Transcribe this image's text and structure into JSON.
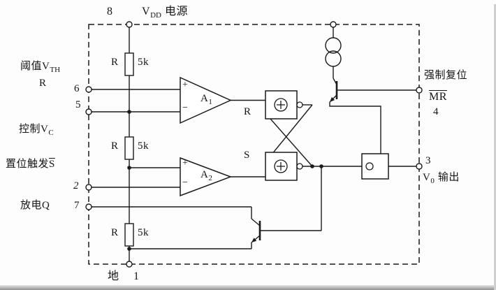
{
  "colors": {
    "ink": "#1a1a1a",
    "paper": "#fdfdfd"
  },
  "pins": {
    "p8": {
      "num": "8",
      "label_v": "V",
      "label_sub": "DD",
      "label_rest": "电源"
    },
    "p6": {
      "num": "6",
      "label_main": "阈值V",
      "label_sub": "TH",
      "label_line2": "R"
    },
    "p5": {
      "num": "5",
      "label_main": "控制V",
      "label_sub": "C"
    },
    "p2": {
      "num": "2",
      "label_main": "置位触发",
      "label_overline": "S"
    },
    "p7": {
      "num": "7",
      "label": "放电Q"
    },
    "p1": {
      "num": "1",
      "label": "地"
    },
    "p4": {
      "num": "4",
      "label": "强制复位",
      "label_overline": "MR"
    },
    "p3": {
      "num": "3",
      "label_v": "V",
      "label_sub": "0",
      "label_rest": "输出"
    }
  },
  "components": {
    "r1": {
      "name": "R",
      "value": "5k"
    },
    "r2": {
      "name": "R",
      "value": "5k"
    },
    "r3": {
      "name": "R",
      "value": "5k"
    },
    "a1": {
      "name": "A",
      "sub": "1",
      "plus": "+",
      "minus": "−"
    },
    "a2": {
      "name": "A",
      "sub": "2",
      "plus": "+",
      "minus": "−"
    },
    "latch": {
      "r_label": "R",
      "s_label": "S"
    }
  }
}
